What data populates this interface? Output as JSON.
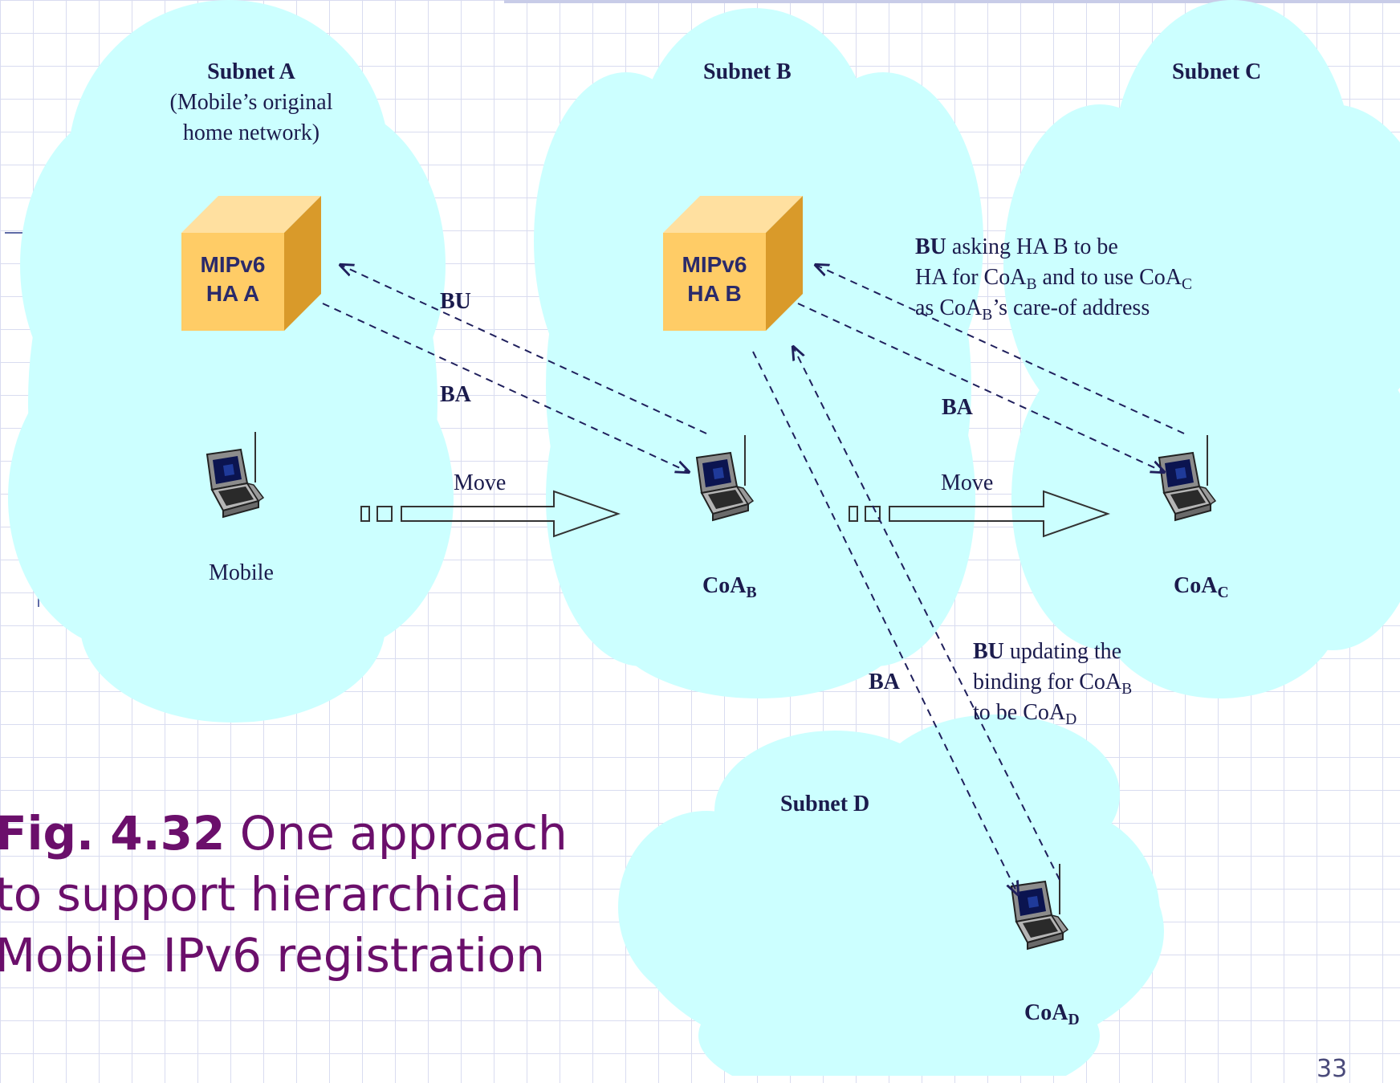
{
  "subnets": {
    "a": {
      "name": "Subnet A",
      "note_line1": "(Mobile’s original",
      "note_line2": "home network)"
    },
    "b": {
      "name": "Subnet B"
    },
    "c": {
      "name": "Subnet C"
    },
    "d": {
      "name": "Subnet D"
    }
  },
  "home_agents": {
    "a": {
      "line1": "MIPv6",
      "line2": "HA A"
    },
    "b": {
      "line1": "MIPv6",
      "line2": "HA B"
    }
  },
  "nodes": {
    "mobile": "Mobile",
    "coa_b": {
      "base": "CoA",
      "sub": "B"
    },
    "coa_c": {
      "base": "CoA",
      "sub": "C"
    },
    "coa_d": {
      "base": "CoA",
      "sub": "D"
    }
  },
  "messages": {
    "bu": "BU",
    "ba": "BA",
    "move": "Move",
    "bu_c": {
      "line1_rest": " asking HA B to be",
      "line2_a": "HA for CoA",
      "line2_sub1": "B",
      "line2_b": " and to use CoA",
      "line2_sub2": "C",
      "line3_a": "as CoA",
      "line3_sub": "B",
      "line3_b": "’s care-of address"
    },
    "bu_d": {
      "line1_rest": " updating the",
      "line2_a": "binding for CoA",
      "line2_sub": "B",
      "line3_a": "to be CoA",
      "line3_sub": "D"
    }
  },
  "caption": {
    "fig": "Fig. 4.32",
    "line1_rest": " One approach",
    "line2": "to support hierarchical",
    "line3": "Mobile IPv6 registration"
  },
  "page_number": "33",
  "colors": {
    "cloud": "#ccffff",
    "box": "#ffcc66",
    "arrow": "#1f1f5c",
    "caption": "#6b0f6b"
  }
}
